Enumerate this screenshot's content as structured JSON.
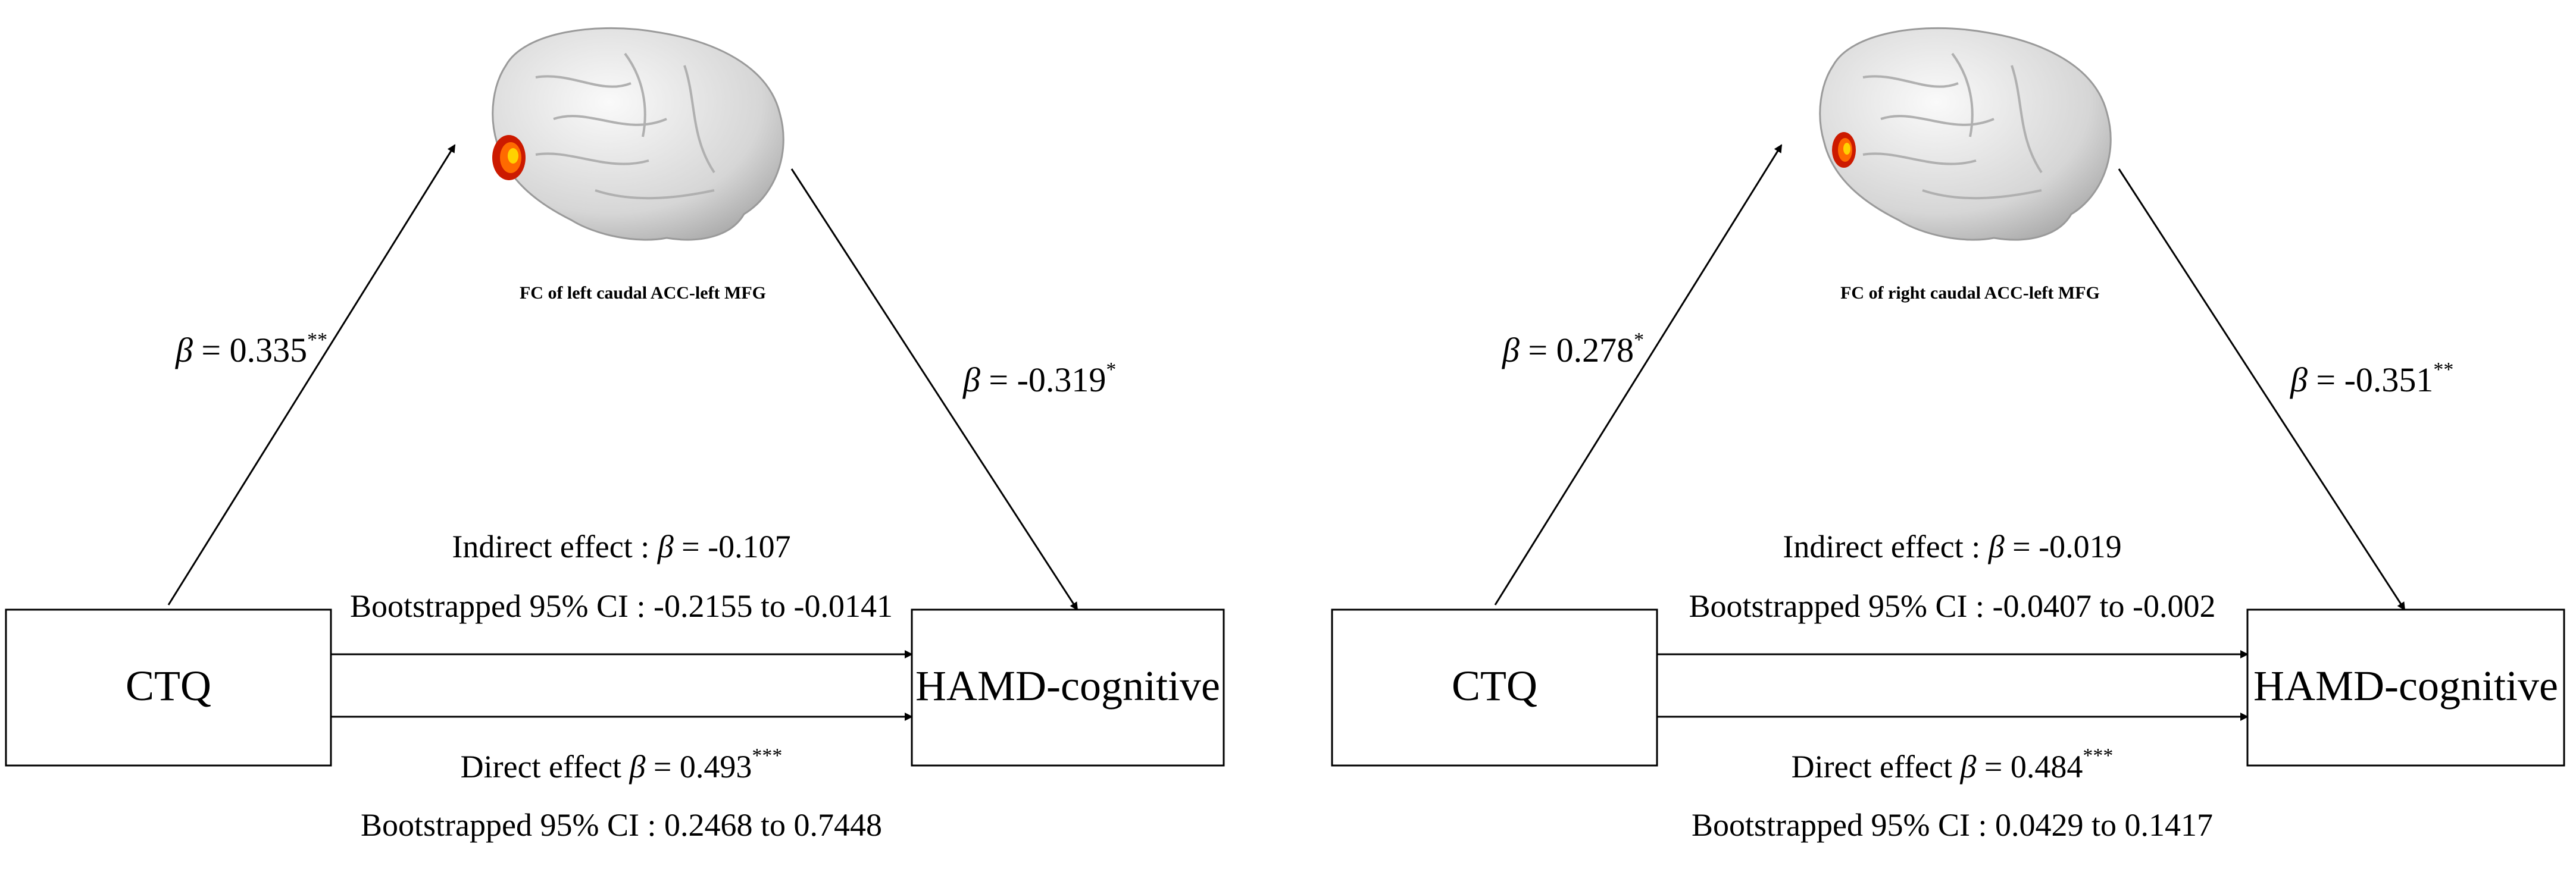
{
  "panels": [
    {
      "mediator_label": "FC of left caudal ACC-left MFG",
      "a_path": {
        "symbol": "β",
        "text": " = 0.335",
        "stars": "**"
      },
      "b_path": {
        "symbol": "β",
        "text": " = -0.319",
        "stars": "*"
      },
      "indirect": {
        "prefix": "Indirect effect : ",
        "symbol": "β",
        "text": " = -0.107",
        "ci": "Bootstrapped 95% CI : -0.2155 to -0.0141"
      },
      "direct": {
        "prefix": "Direct effect ",
        "symbol": "β",
        "text": " = 0.493",
        "stars": "***",
        "ci": "Bootstrapped 95% CI : 0.2468 to 0.7448"
      },
      "x_box": "CTQ",
      "y_box": "HAMD-cognitive"
    },
    {
      "mediator_label": "FC of right caudal ACC-left MFG",
      "a_path": {
        "symbol": "β",
        "text": " = 0.278",
        "stars": "*"
      },
      "b_path": {
        "symbol": "β",
        "text": " = -0.351",
        "stars": "**"
      },
      "indirect": {
        "prefix": "Indirect effect : ",
        "symbol": "β",
        "text": " = -0.019",
        "ci": "Bootstrapped 95% CI : -0.0407 to -0.002"
      },
      "direct": {
        "prefix": "Direct effect ",
        "symbol": "β",
        "text": " = 0.484",
        "stars": "***",
        "ci": "Bootstrapped 95% CI : 0.0429 to 0.1417"
      },
      "x_box": "CTQ",
      "y_box": "HAMD-cognitive"
    }
  ],
  "colors": {
    "line": "#000000",
    "brain_light": "#f2f2f2",
    "brain_dark": "#b9b9b9",
    "activation_outer": "#cc1a00",
    "activation_mid": "#ff6a00",
    "activation_inner": "#ffd200"
  }
}
